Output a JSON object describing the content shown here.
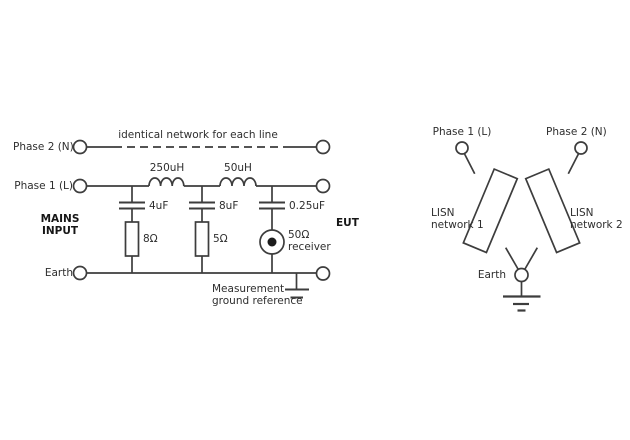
{
  "colors": {
    "background": "#ffffff",
    "stroke": "#3d3d3d",
    "text": "#2e2e2e"
  },
  "left_schematic": {
    "note": "identical network for each line",
    "terminals": {
      "phase2": "Phase 2 (N)",
      "phase1": "Phase 1 (L)",
      "earth": "Earth"
    },
    "mains": {
      "line1": "MAINS",
      "line2": "INPUT"
    },
    "eut_label": "EUT",
    "inductors": [
      {
        "label": "250uH"
      },
      {
        "label": "50uH"
      }
    ],
    "capacitors": [
      {
        "label": "4uF"
      },
      {
        "label": "8uF"
      },
      {
        "label": "0.25uF"
      }
    ],
    "resistors": [
      {
        "label": "8Ω"
      },
      {
        "label": "5Ω"
      }
    ],
    "receiver": {
      "line1": "50Ω",
      "line2": "receiver"
    },
    "measurement": {
      "line1": "Measurement",
      "line2": "ground reference"
    }
  },
  "right_diagram": {
    "phase1": "Phase 1 (L)",
    "phase2": "Phase 2 (N)",
    "lisn1": {
      "line1": "LISN",
      "line2": "network 1"
    },
    "lisn2": {
      "line1": "LISN",
      "line2": "network 2"
    },
    "earth": "Earth"
  }
}
